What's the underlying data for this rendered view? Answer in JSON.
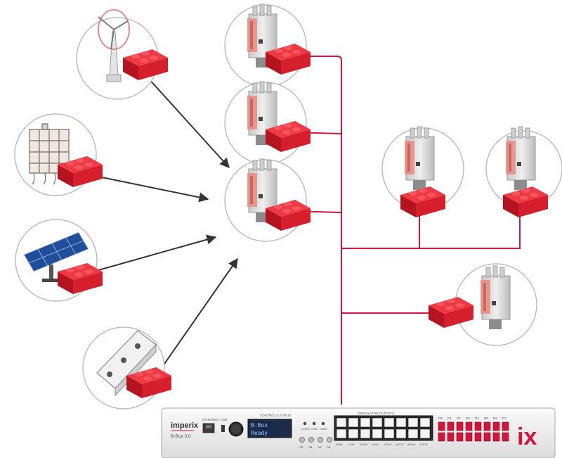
{
  "diagram": {
    "sources": [
      {
        "id": "wind",
        "icon": "wind-turbine-icon"
      },
      {
        "id": "industrial",
        "icon": "industrial-plant-icon"
      },
      {
        "id": "solar",
        "icon": "solar-panel-icon"
      },
      {
        "id": "drive",
        "icon": "power-module-icon"
      }
    ],
    "converter_modules": [
      {
        "id": "module-1",
        "icon": "power-converter-module-icon"
      },
      {
        "id": "module-2",
        "icon": "power-converter-module-icon"
      },
      {
        "id": "module-3",
        "icon": "power-converter-module-icon"
      },
      {
        "id": "module-4",
        "icon": "power-converter-module-icon"
      },
      {
        "id": "module-5",
        "icon": "power-converter-module-icon"
      },
      {
        "id": "module-6",
        "icon": "power-converter-module-icon"
      }
    ],
    "colors": {
      "link": "#d4143a",
      "brick": "#d61f2c",
      "arrow": "#333333",
      "chassis": "#f1f1f1"
    }
  },
  "controller": {
    "brand": "imperix",
    "model": "B-Box 3.0",
    "ethernet_label": "ETHERNET",
    "usb_label": "USB",
    "control_status_label": "CONTROL & STATUS",
    "lcd_line1": "B-Box",
    "lcd_line2": "Ready",
    "led_labels": [
      "CORE",
      "SYNC",
      "USER"
    ],
    "analog_labels": [
      "A0",
      "A1",
      "A2",
      "A3"
    ],
    "io_header": "MODULATOR OUTPUTS",
    "rj45_labels": [
      "#0/#8",
      "#1/#9",
      "#2/#10",
      "#3/#11",
      "#4/#12",
      "#5/#13",
      "#6/#14",
      "#7/#15"
    ],
    "fiber_labels": [
      "D0",
      "D1",
      "D2",
      "D3",
      "D4",
      "D5",
      "D6",
      "D7"
    ],
    "logo_mark": "ix"
  }
}
